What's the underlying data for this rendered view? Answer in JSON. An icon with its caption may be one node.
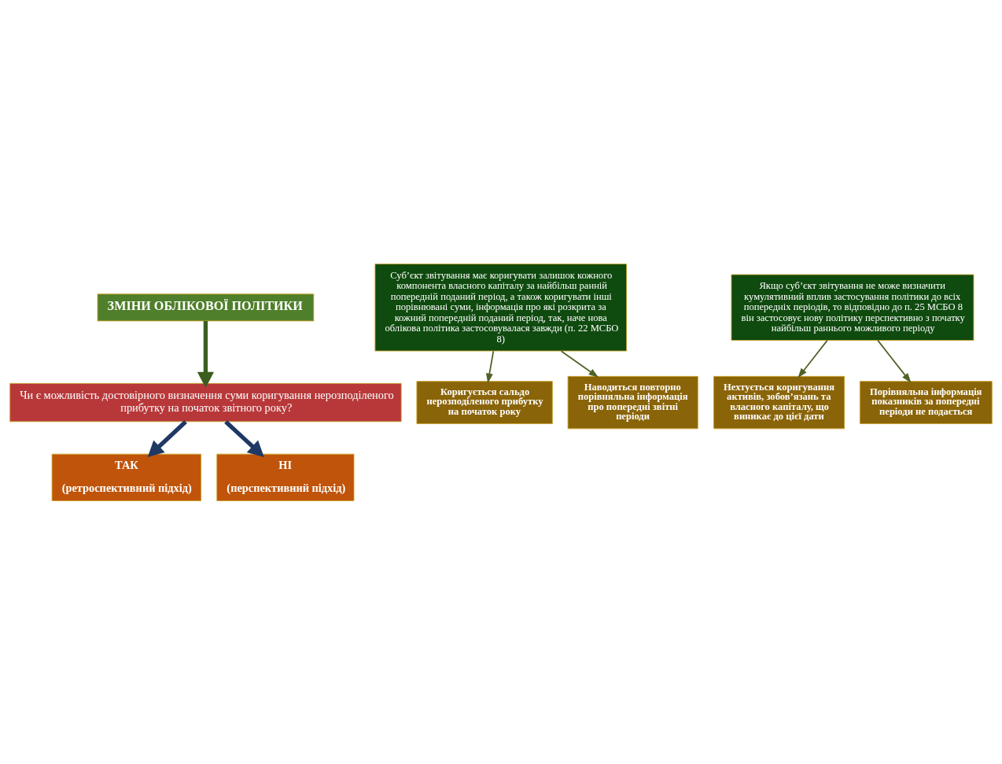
{
  "diagram": {
    "nodes": [
      {
        "text": [
          "ЗМІНИ ОБЛІКОВОЇ ПОЛІТИКИ"
        ]
      },
      {
        "text": [
          "Чи є можливість достовірного визначення суми коригування нерозподіленого прибутку на початок звітного року?"
        ]
      },
      {
        "text": [
          "ТАК",
          "(ретроспективний підхід)"
        ]
      },
      {
        "text": [
          "НІ",
          "(перспективний підхід)"
        ]
      },
      {
        "text": [
          "Суб’єкт звітування має коригувати залишок кожного компонента власного капіталу за найбільш ранній попередній поданий період, а також коригувати інші порівнювані суми, інформація про які розкрита за кожний попередній поданий період, так, наче нова облікова політика застосовувалася завжди (п. 22 МСБО 8)"
        ]
      },
      {
        "text": [
          "Якщо суб’єкт звітування не може визначити кумулятивний вплив застосування політики до всіх попередніх періодів, то відповідно до п. 25 МСБО 8 він застосовує нову політику перспективно з початку найбільш раннього можливого періоду"
        ]
      },
      {
        "text": [
          "Коригується сальдо нерозподіленого прибутку на початок року"
        ]
      },
      {
        "text": [
          "Наводиться повторно порівняльна інформація про попередні звітні періоди"
        ]
      },
      {
        "text": [
          "Нехтується коригування активів, зобов’язань та власного капіталу, що виникає до цієї дати"
        ]
      },
      {
        "text": [
          "Порівняльна інформація показників за попередні періоди не подається"
        ]
      }
    ],
    "edges": [
      {
        "from": 0,
        "to": 1,
        "arrow": "to",
        "style": "thick",
        "color": "#3b5e1f"
      },
      {
        "from": 1,
        "to": 2,
        "arrow": "to",
        "style": "thick",
        "color": "#1f3864"
      },
      {
        "from": 1,
        "to": 3,
        "arrow": "to",
        "style": "thick",
        "color": "#1f3864"
      },
      {
        "from": 4,
        "to": 6,
        "arrow": "to"
      },
      {
        "from": 4,
        "to": 7,
        "arrow": "to"
      },
      {
        "from": 5,
        "to": 8,
        "arrow": "to"
      },
      {
        "from": 5,
        "to": 9,
        "arrow": "to"
      }
    ]
  }
}
